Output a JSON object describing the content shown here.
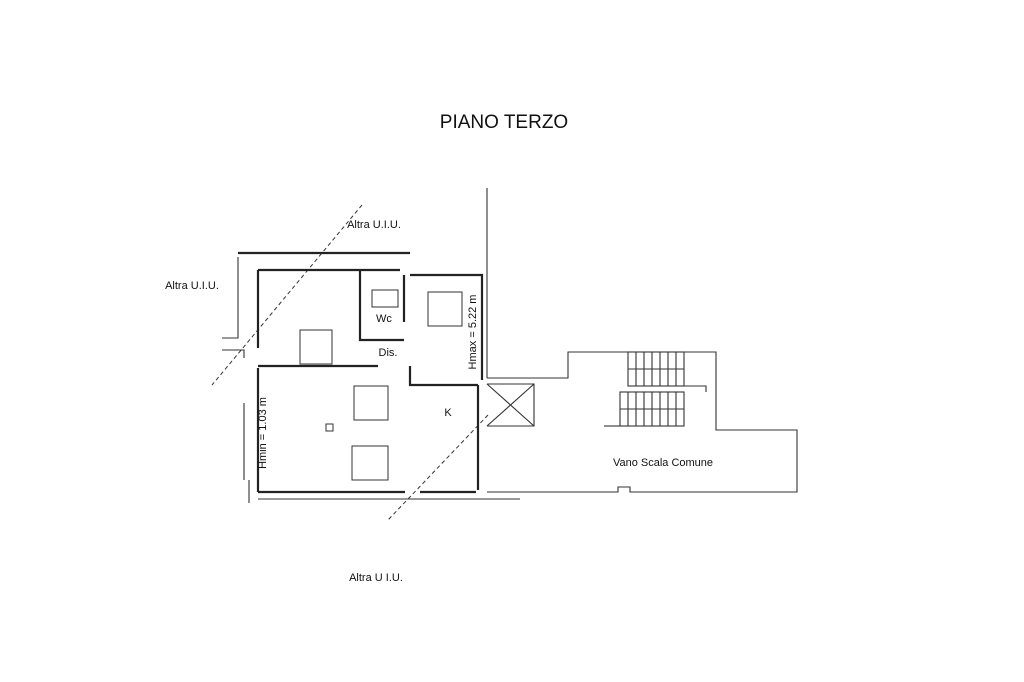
{
  "title": "PIANO TERZO",
  "labels": {
    "altra_top": "Altra U.I.U.",
    "altra_left": "Altra U.I.U.",
    "altra_bottom": "Altra U I.U.",
    "wc": "Wc",
    "dis": "Dis.",
    "k": "K",
    "vano_scala": "Vano Scala Comune",
    "hmax": "Hmax = 5.22 m",
    "hmin": "Hmin = 1.03 m"
  },
  "colors": {
    "line": "#222222",
    "background": "#ffffff"
  }
}
